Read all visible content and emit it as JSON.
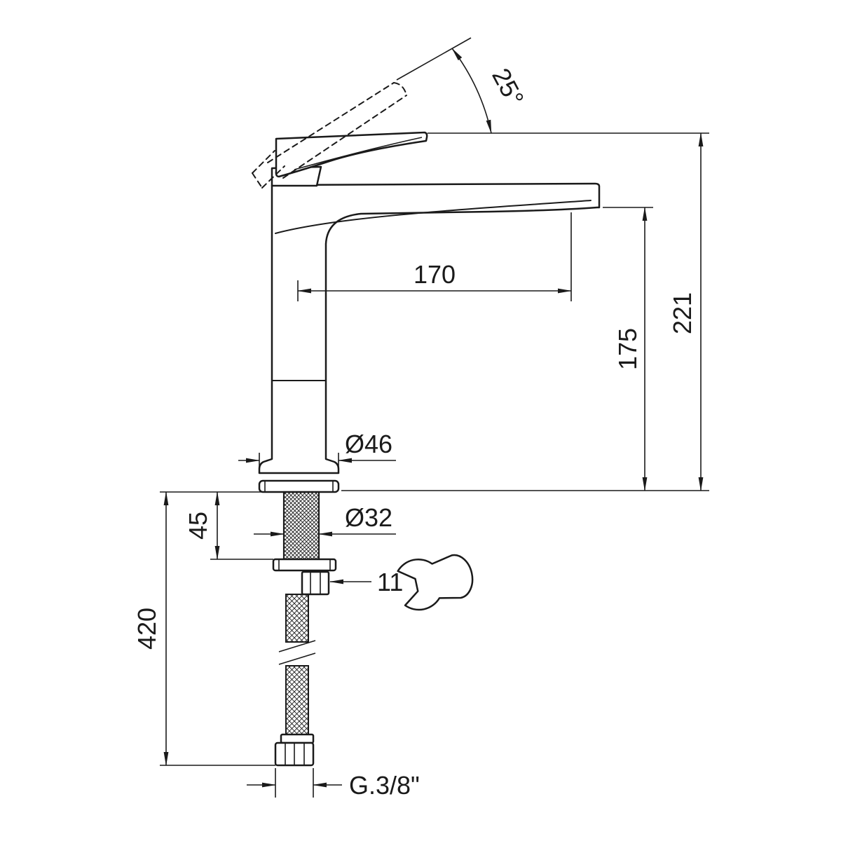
{
  "page": {
    "background": "#ffffff",
    "line_color": "#1a1a1a"
  },
  "dimensions": {
    "handle_angle": "25°",
    "spout_reach": "170",
    "spout_height": "175",
    "total_height": "221",
    "base_diameter": "Ø46",
    "shank_diameter": "Ø32",
    "shank_length": "45",
    "hose_nut_size": "11",
    "hose_length": "420",
    "connection_thread": "G.3/8\""
  }
}
